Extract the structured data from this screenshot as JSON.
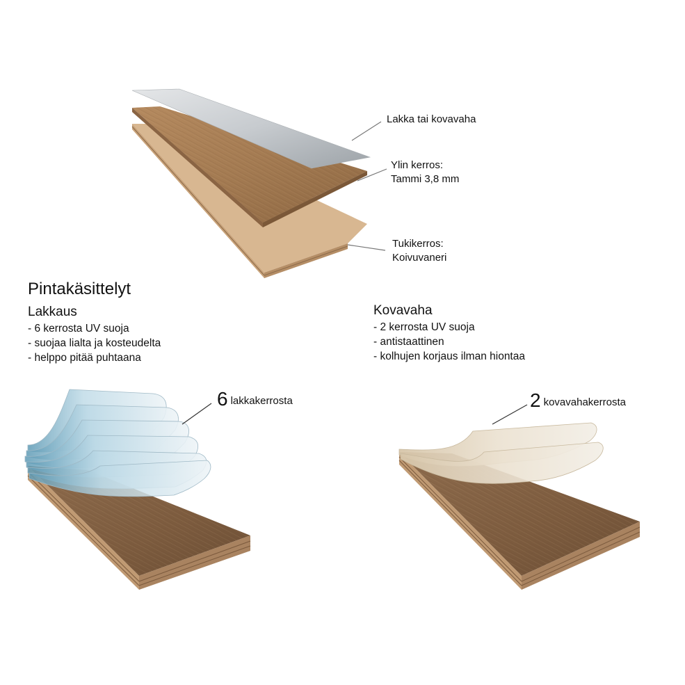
{
  "diagram": {
    "callouts": {
      "lacquer": "Lakka tai kovavaha",
      "top_layer_line1": "Ylin kerros:",
      "top_layer_line2": "Tammi 3,8 mm",
      "support_line1": "Tukikerros:",
      "support_line2": "Koivuvaneri"
    },
    "section_title": "Pintakäsittelyt",
    "lakkaus": {
      "title": "Lakkaus",
      "items": [
        "- 6 kerrosta UV suoja",
        "- suojaa lialta ja kosteudelta",
        "- helppo pitää puhtaana"
      ],
      "layer_count": "6",
      "layer_label": "lakkakerrosta"
    },
    "kovavaha": {
      "title": "Kovavaha",
      "items": [
        "- 2 kerrosta UV suoja",
        "- antistaattinen",
        "- kolhujen korjaus ilman hiontaa"
      ],
      "layer_count": "2",
      "layer_label": "kovavahakerrosta"
    }
  }
}
